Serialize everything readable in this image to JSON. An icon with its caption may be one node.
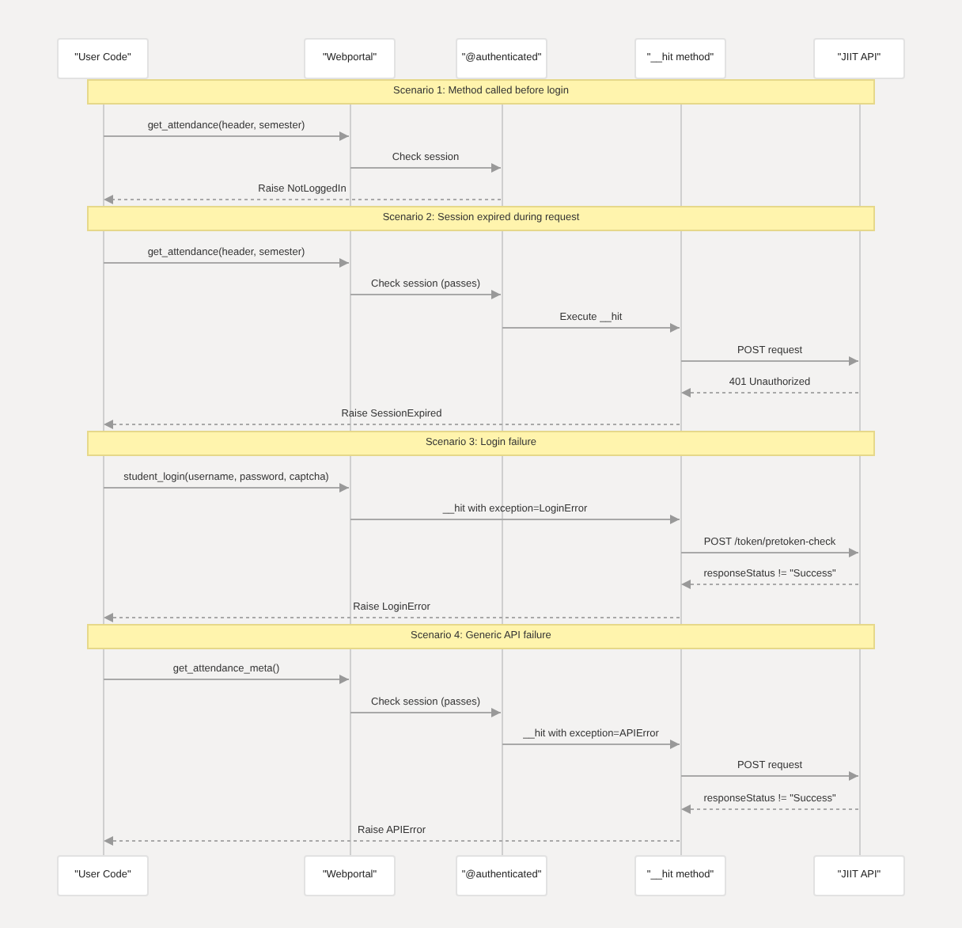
{
  "diagram": {
    "nodes": [
      {
        "text": [
          "\"User Code\""
        ]
      },
      {
        "text": [
          "\"Webportal\""
        ]
      },
      {
        "text": [
          "\"@authenticated\""
        ]
      },
      {
        "text": [
          "\"__hit method\""
        ]
      },
      {
        "text": [
          "\"JIIT API\""
        ]
      },
      {
        "text": [
          "Scenario 1: Method called before login"
        ]
      },
      {
        "text": [],
        "shape": "line"
      },
      {
        "text": [],
        "shape": "line"
      },
      {
        "text": [],
        "shape": "line"
      },
      {
        "text": [],
        "shape": "line"
      },
      {
        "text": [],
        "shape": "line"
      },
      {
        "text": [
          "Scenario 2: Session expired during request"
        ]
      },
      {
        "text": [],
        "shape": "line"
      },
      {
        "text": [],
        "shape": "line"
      },
      {
        "text": [],
        "shape": "line"
      },
      {
        "text": [],
        "shape": "line"
      },
      {
        "text": [],
        "shape": "line"
      },
      {
        "text": [
          "Scenario 3: Login failure"
        ]
      },
      {
        "text": [],
        "shape": "line"
      },
      {
        "text": [],
        "shape": "line"
      },
      {
        "text": [],
        "shape": "line"
      },
      {
        "text": [],
        "shape": "line"
      },
      {
        "text": [],
        "shape": "line"
      },
      {
        "text": [
          "Scenario 4: Generic API failure"
        ]
      },
      {
        "text": [],
        "shape": "line"
      },
      {
        "text": [],
        "shape": "line"
      },
      {
        "text": [],
        "shape": "line"
      },
      {
        "text": [],
        "shape": "line"
      },
      {
        "text": [],
        "shape": "line"
      },
      {
        "text": [
          "\"User Code\""
        ]
      },
      {
        "text": [
          "\"Webportal\""
        ]
      },
      {
        "text": [
          "\"@authenticated\""
        ]
      },
      {
        "text": [
          "\"__hit method\""
        ]
      },
      {
        "text": [
          "\"JIIT API\""
        ]
      }
    ],
    "edges": [
      {
        "from": 6,
        "to": 7,
        "arrow": "to",
        "label": "get_attendance(header, semester)"
      },
      {
        "from": 7,
        "to": 8,
        "arrow": "to",
        "label": "Check session"
      },
      {
        "from": 8,
        "to": 6,
        "arrow": "to",
        "label": "Raise NotLoggedIn",
        "style": "dashed"
      },
      {
        "from": 12,
        "to": 13,
        "arrow": "to",
        "label": "get_attendance(header, semester)"
      },
      {
        "from": 13,
        "to": 14,
        "arrow": "to",
        "label": "Check session (passes)"
      },
      {
        "from": 14,
        "to": 15,
        "arrow": "to",
        "label": "Execute __hit"
      },
      {
        "from": 15,
        "to": 16,
        "arrow": "to",
        "label": "POST request"
      },
      {
        "from": 16,
        "to": 15,
        "arrow": "to",
        "label": "401 Unauthorized",
        "style": "dashed"
      },
      {
        "from": 15,
        "to": 12,
        "arrow": "to",
        "label": "Raise SessionExpired",
        "style": "dashed"
      },
      {
        "from": 18,
        "to": 19,
        "arrow": "to",
        "label": "student_login(username, password, captcha)"
      },
      {
        "from": 19,
        "to": 21,
        "arrow": "to",
        "label": "__hit with exception=LoginError"
      },
      {
        "from": 21,
        "to": 22,
        "arrow": "to",
        "label": "POST /token/pretoken-check"
      },
      {
        "from": 22,
        "to": 21,
        "arrow": "to",
        "label": "responseStatus != \"Success\"",
        "style": "dashed"
      },
      {
        "from": 21,
        "to": 18,
        "arrow": "to",
        "label": "Raise LoginError",
        "style": "dashed"
      },
      {
        "from": 24,
        "to": 25,
        "arrow": "to",
        "label": "get_attendance_meta()"
      },
      {
        "from": 25,
        "to": 26,
        "arrow": "to",
        "label": "Check session (passes)"
      },
      {
        "from": 26,
        "to": 27,
        "arrow": "to",
        "label": "__hit with exception=APIError"
      },
      {
        "from": 27,
        "to": 28,
        "arrow": "to",
        "label": "POST request"
      },
      {
        "from": 28,
        "to": 27,
        "arrow": "to",
        "label": "responseStatus != \"Success\"",
        "style": "dashed"
      },
      {
        "from": 27,
        "to": 24,
        "arrow": "to",
        "label": "Raise APIError",
        "style": "dashed"
      }
    ]
  }
}
